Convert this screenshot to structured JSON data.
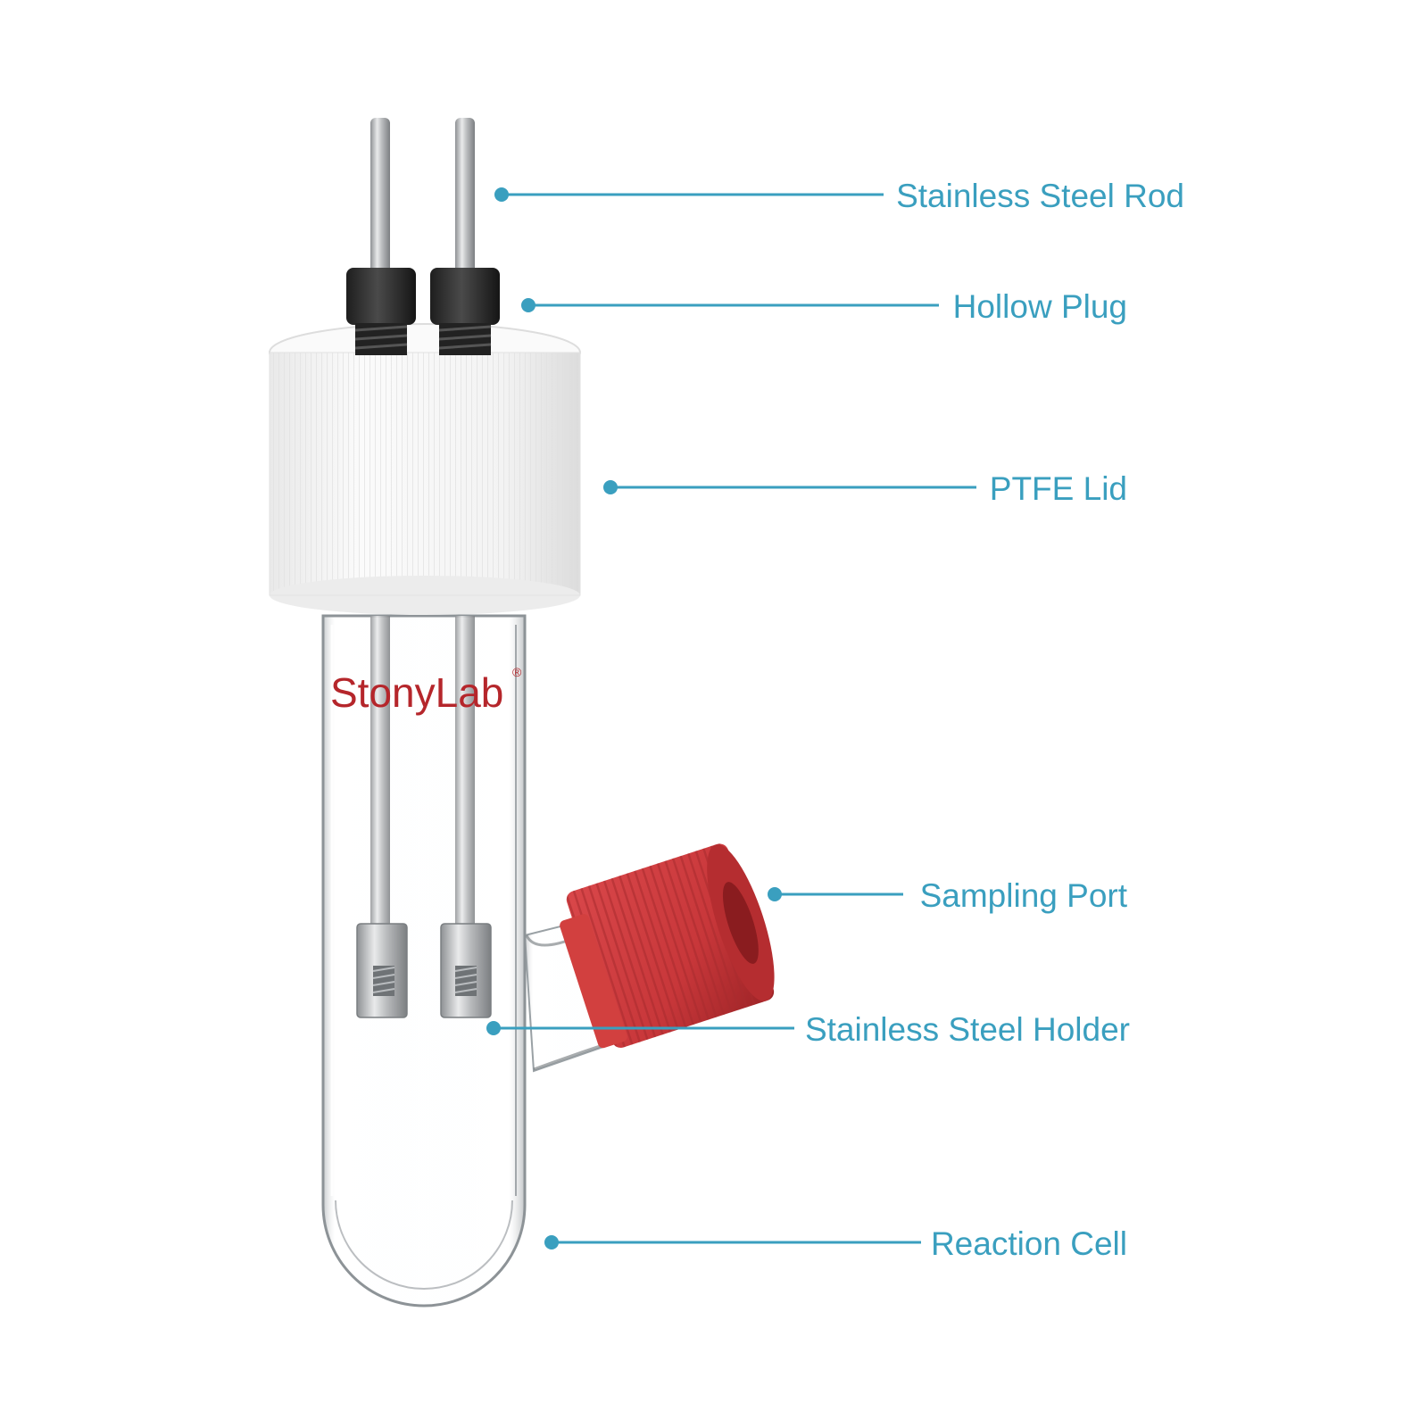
{
  "colors": {
    "accent": "#3a9fbf",
    "background": "#ffffff",
    "brand": "#b5262b",
    "cap_red": "#c8373a",
    "plug_black": "#2a2a2a",
    "lid_white": "#f4f4f4",
    "steel": "#c9cbcd"
  },
  "product": {
    "brand_name": "StonyLab",
    "brand_mark": "®"
  },
  "callouts": [
    {
      "id": "stainless-steel-rod",
      "label": "Stainless Steel Rod"
    },
    {
      "id": "hollow-plug",
      "label": "Hollow Plug"
    },
    {
      "id": "ptfe-lid",
      "label": "PTFE Lid"
    },
    {
      "id": "sampling-port",
      "label": "Sampling Port"
    },
    {
      "id": "stainless-steel-holder",
      "label": "Stainless Steel Holder"
    },
    {
      "id": "reaction-cell",
      "label": "Reaction Cell"
    }
  ]
}
